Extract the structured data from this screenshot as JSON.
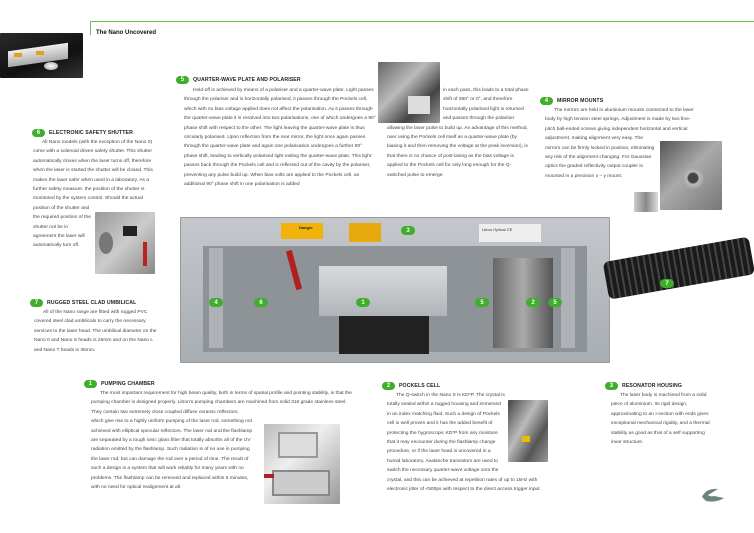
{
  "title": "The Nano Uncovered",
  "photo_labels": {
    "danger": "Danger",
    "brand": "Litron Optical",
    "ce": "CE"
  },
  "sections": {
    "s5": {
      "num": "5",
      "heading": "Quarter-wave plate and polariser",
      "text": "Hold-off is achieved by means of a polariser and a quarter-wave plate. Light passes through the polariser and is horizontally polarised, it passes through the Pockels cell, which with no bias voltage applied does not affect the polarisation. As it passes through the quarter-wave plate it is resolved into two polarisations, one of which undergoes a 90° phase shift with respect to the other. The light leaving the quarter-wave plate is thus circularly polarised. Upon reflection from the rear mirror, the light once again passes through the quarter-wave plate and again one polarisation undergoes a further 90° phase shift, leading to vertically polarised light exiting the quarter-wave plate. This light passes back through the Pockels cell and is reflected out of the cavity by the polariser, preventing any pulse build up. When bias volts are applied to the Pockels cell, an additional 90° phase shift in one polarisation is added",
      "text_cont_a": "in each pass, this leads to a total phase shift of 360° or 0°, and therefore horizontally polarised light is returned and passes through the polariser",
      "text_cont_b": "allowing the laser pulse to build up. An advantage of this method, over using the Pockels cell itself as a quarter-wave plate (by biasing it and then removing the voltage at the peak inversion), is that there is no chance of post-lasing as the bias voltage is applied to the Pockels cell for only long enough for the Q-switched pulse to emerge."
    },
    "s6": {
      "num": "6",
      "heading": "Electronic safety shutter",
      "text": "All Nano models (with the exception of the Nano 0) come with a solenoid driven safety shutter. This shutter automatically closes when the laser turns off, therefore when the laser is started the shutter will be closed. This makes the laser safer when used in a laboratory. As a further safety measure, the position of the shutter is monitored by the system control. Should the actual",
      "text_cont": "position of the shutter and the required position of the shutter not be in agreement the laser will automatically turn off."
    },
    "s4": {
      "num": "4",
      "heading": "Mirror mounts",
      "text": "The mirrors are held in aluminium mounts connected to the laser body by high tension steel springs. Adjustment is made by two fine-pitch ball-ended screws giving independent horizontal and vertical",
      "text_cont": "adjustment, making alignment very easy. The mirrors can be firmly locked in position, eliminating any risk of the alignment changing. For Gaussian optics the graded reflectivity output coupler is mounted in a precision x – y mount."
    },
    "s7": {
      "num": "7",
      "heading": "Rugged steel clad umbilical",
      "text": "All of the Nano range are fitted with rugged PVC covered steel clad umbilicals to carry the necessary services to the laser head. The umbilical diameter on the Nano 0 and Nano S heads is 25mm and on the Nano L and Nano T heads is 35mm."
    },
    "s1": {
      "num": "1",
      "heading": "Pumping chamber",
      "text": "The most important requirement for high beam quality, both in terms of spatial profile and pointing stability, is that the pumping chamber is designed properly. Litron's pumping chambers are machined from solid 316 grade stainless steel. They contain two extremely close coupled diffuse ceramic reflectors,",
      "text_cont": "which give rise to a highly uniform pumping of the laser rod, something not achieved with elliptical specular reflectors. The laser rod and the flashlamp are separated by a tough ionic glass filter that totally absorbs all of the UV radiation emitted by the flashlamp. Such radiation is of no use in pumping the laser rod, but can damage the rod over a period of time. The result of such a design is a system that will work reliably for many years with no problems. The flashlamp can be removed and replaced within 5 minutes, with no need for optical realignment at all."
    },
    "s2": {
      "num": "2",
      "heading": "Pockels cell",
      "text": "The Q-switch in the Nano S is KD*P. The crystal is totally sealed within a rugged housing and immersed in an index matching fluid. Such a design of Pockels cell is well proven and it has the added benefit of protecting the hygroscopic KD*P from any moisture that it may encounter during the flashlamp change procedure, or if the laser head is uncovered in a humid laboratory. Avalanche transistors are used to switch the necessary quarter-wave voltage onto the",
      "text_cont": "crystal, and this can be achieved at repetition rates of up to 1kHz with electronic jitter of <500ps with respect to the direct access trigger input."
    },
    "s3": {
      "num": "3",
      "heading": "Resonator housing",
      "text": "The laser body is machined from a solid piece of aluminium. Its rigid design, approximating to an I-section with ends gives exceptional mechanical rigidity, and a thermal stability as good as that of a self supporting invar structure."
    }
  },
  "colors": {
    "accent": "#3fae2a",
    "logo": "#6e8478"
  }
}
